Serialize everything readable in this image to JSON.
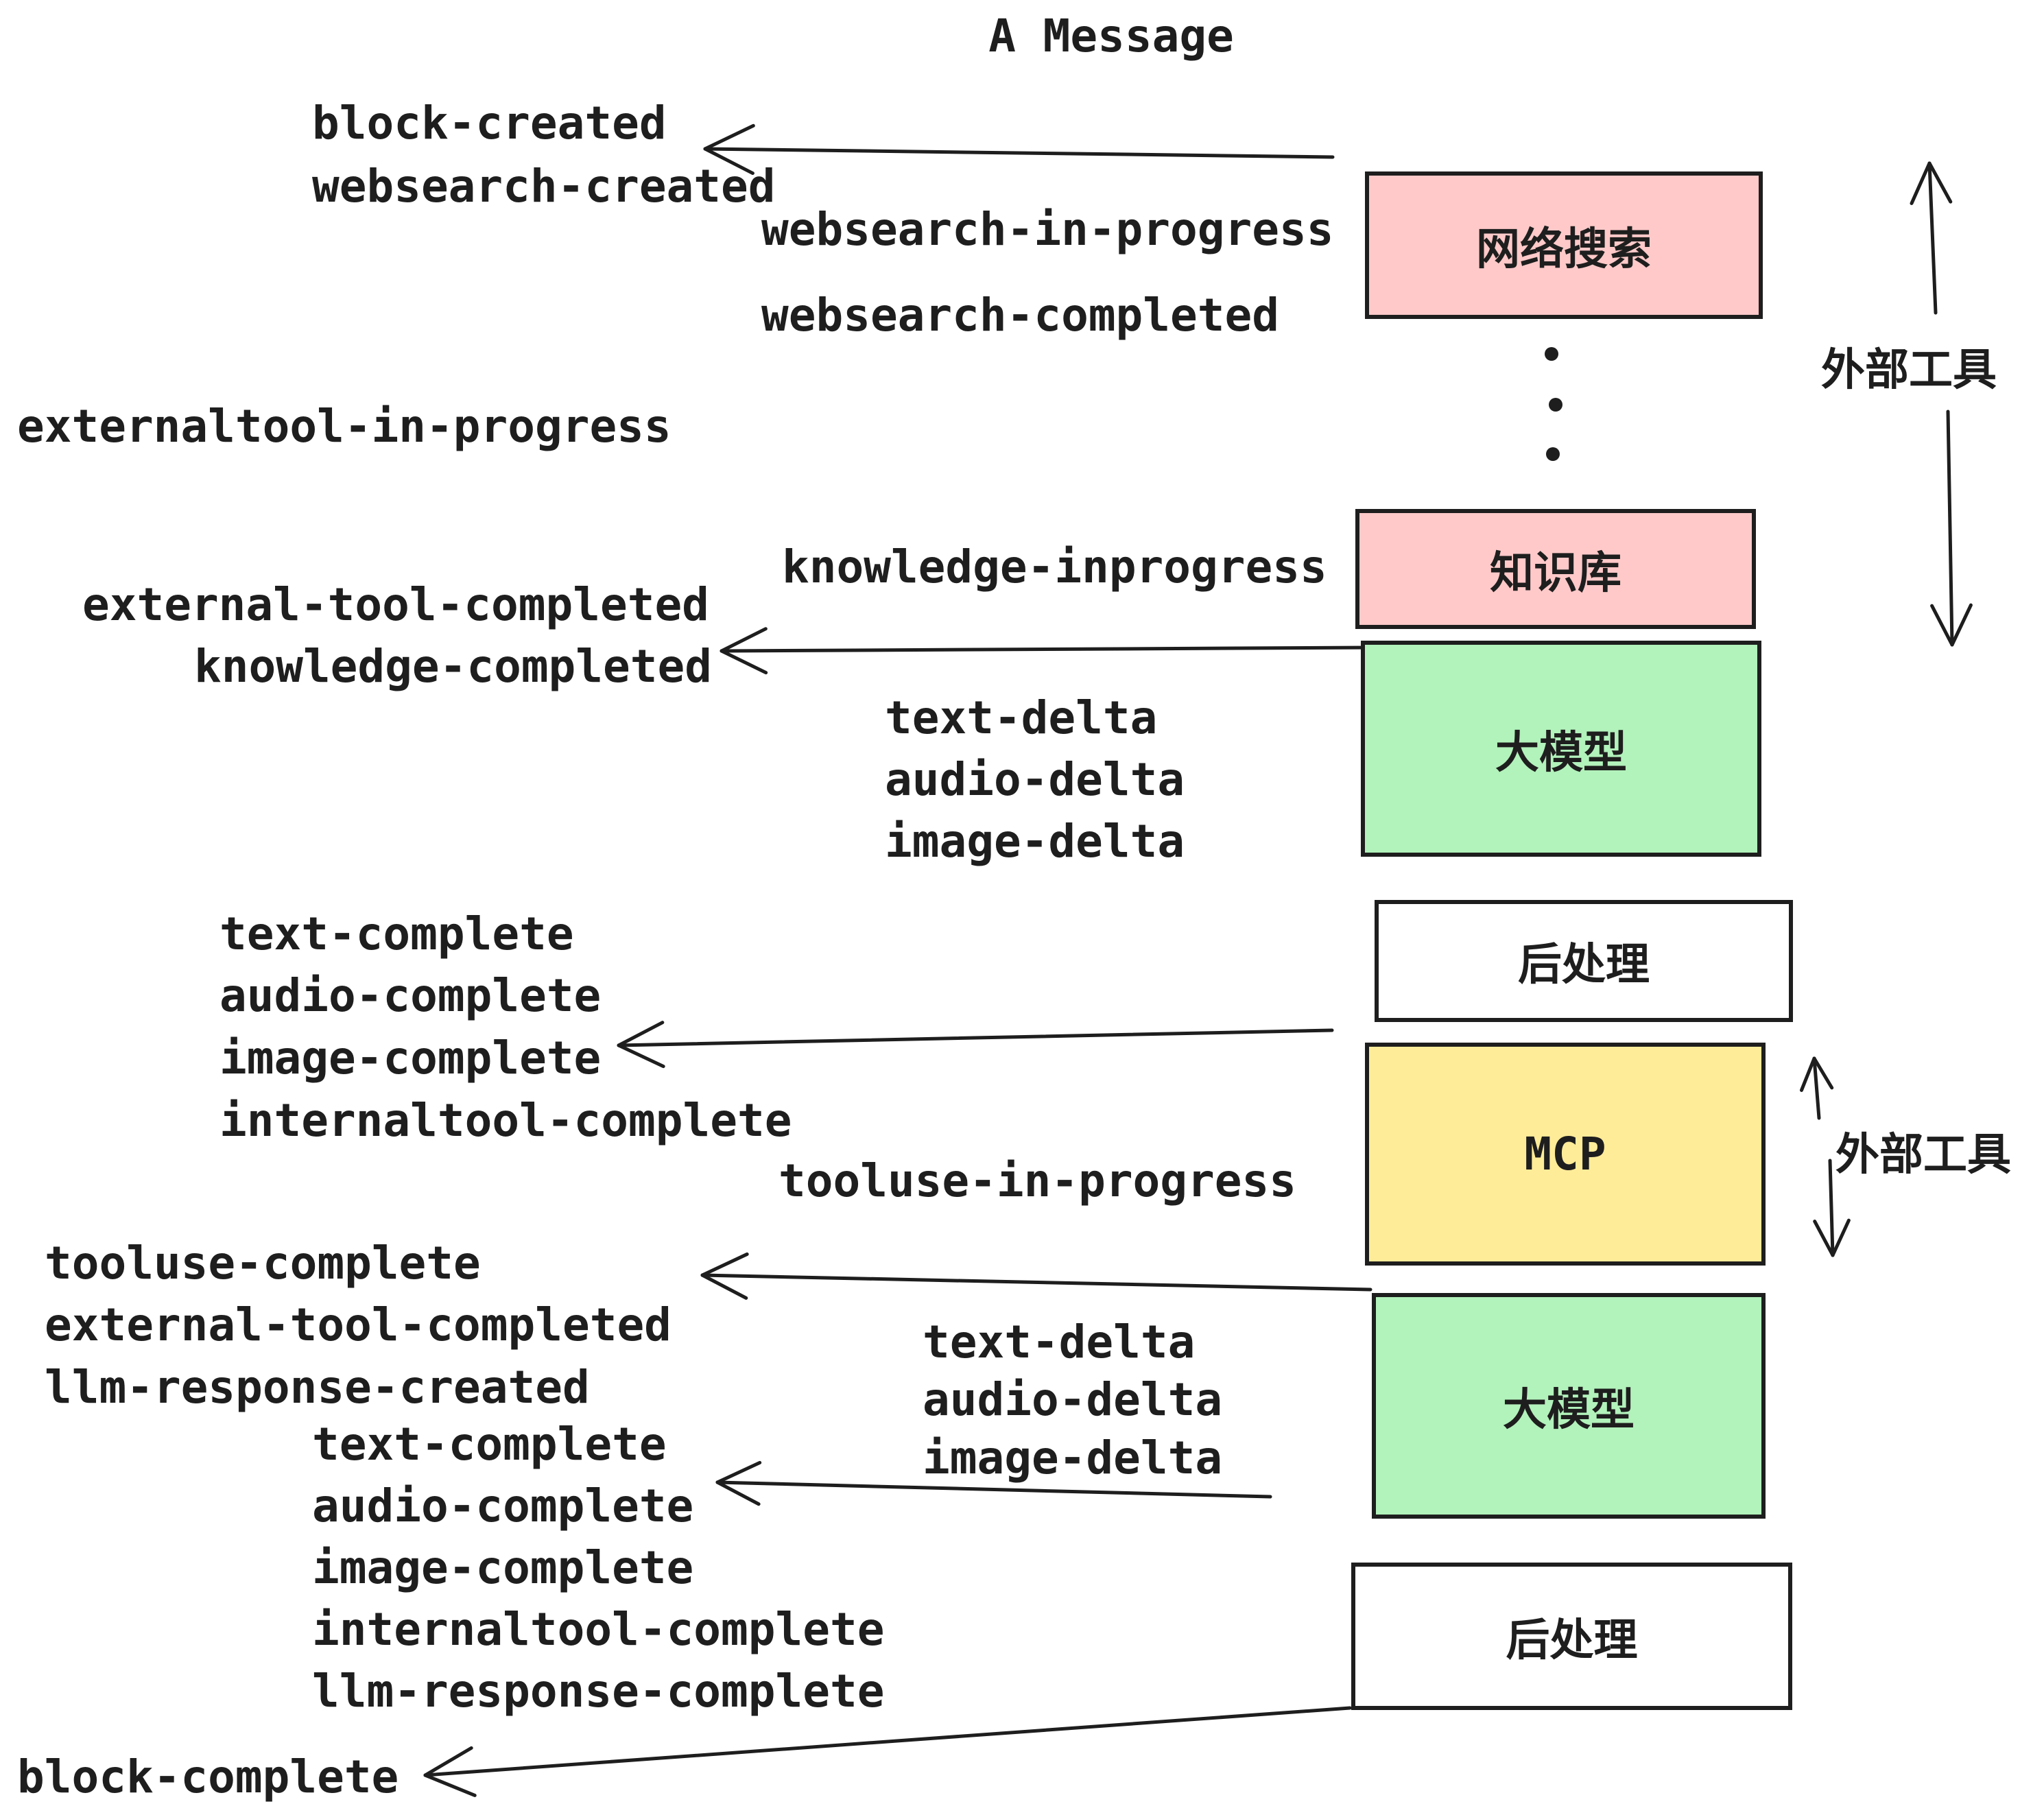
{
  "title": "A Message",
  "colors": {
    "stroke": "#1e1e1e",
    "pink": "#ffc9c9",
    "green": "#b2f2bb",
    "yellow": "#ffec99",
    "white": "#ffffff"
  },
  "boxes": [
    {
      "id": "websearch",
      "label": "网络搜索"
    },
    {
      "id": "knowledge",
      "label": "知识库"
    },
    {
      "id": "llm-1",
      "label": "大模型"
    },
    {
      "id": "post-1",
      "label": "后处理"
    },
    {
      "id": "mcp",
      "label": "MCP"
    },
    {
      "id": "llm-2",
      "label": "大模型"
    },
    {
      "id": "post-2",
      "label": "后处理"
    }
  ],
  "events": {
    "block_created": "block-created",
    "websearch_created": "websearch-created",
    "websearch_in_progress": "websearch-in-progress",
    "websearch_completed": "websearch-completed",
    "externaltool_in_progress": "externaltool-in-progress",
    "knowledge_inprogress": "knowledge-inprogress",
    "external_tool_completed": "external-tool-completed",
    "knowledge_completed": "knowledge-completed",
    "text_delta": "text-delta",
    "audio_delta": "audio-delta",
    "image_delta": "image-delta",
    "text_complete": "text-complete",
    "audio_complete": "audio-complete",
    "image_complete": "image-complete",
    "internaltool_complete": "internaltool-complete",
    "tooluse_in_progress": "tooluse-in-progress",
    "tooluse_complete": "tooluse-complete",
    "llm_response_created": "llm-response-created",
    "llm_response_complete": "llm-response-complete",
    "block_complete": "block-complete"
  },
  "annotations": {
    "external_tools_top": "外部工具",
    "external_tools_mid": "外部工具"
  }
}
